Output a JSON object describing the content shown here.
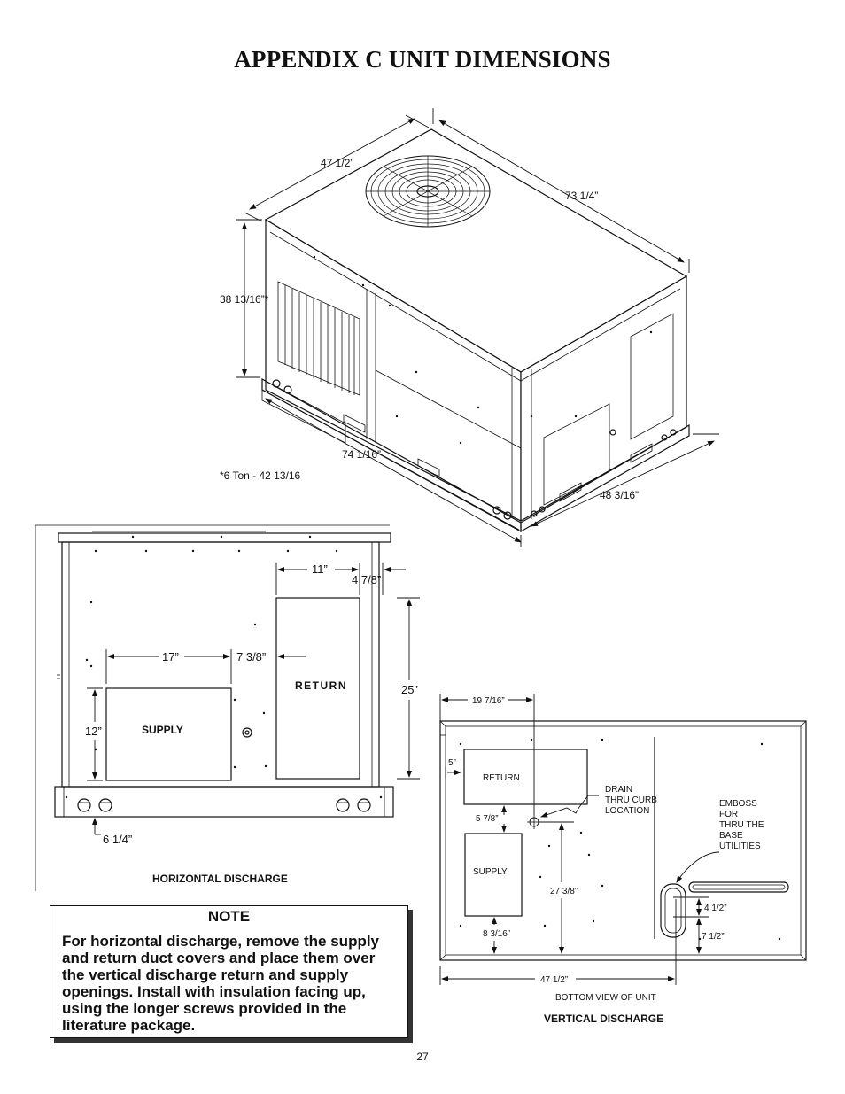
{
  "page": {
    "title": "APPENDIX C UNIT DIMENSIONS",
    "page_number": "27"
  },
  "iso_view": {
    "dim_width": "47 1/2”",
    "dim_length": "73 1/4”",
    "dim_height": "38 13/16”*",
    "dim_base_length": "74 1/16”",
    "dim_base_width": "48 3/16”",
    "footnote": "*6 Ton - 42 13/16"
  },
  "horizontal": {
    "dim_return_width": "11”",
    "dim_return_offset": "4 7/8”",
    "dim_supply_width": "17”",
    "dim_supply_offset": "7 3/8”",
    "dim_return_height": "25”",
    "dim_supply_height": "12”",
    "dim_base_height": "6 1/4”",
    "return_label": "RETURN",
    "supply_label": "SUPPLY",
    "caption": "HORIZONTAL DISCHARGE"
  },
  "vertical": {
    "dim_top": "19 7/16”",
    "dim_left": "5”",
    "return_label": "RETURN",
    "dim_gap": "5 7/8”",
    "supply_label": "SUPPLY",
    "dim_depth": "27 3/8”",
    "dim_supply_bottom": "8 3/16”",
    "drain_label": [
      "DRAIN",
      "THRU CURB",
      "LOCATION"
    ],
    "emboss_label": [
      "EMBOSS",
      "FOR",
      "THRU THE",
      "BASE",
      "UTILITIES"
    ],
    "dim_emboss_height": "4 1/2”",
    "dim_emboss_bottom": "7 1/2”",
    "dim_overall": "47 1/2”",
    "bottom_view_label": "BOTTOM VIEW OF UNIT",
    "caption": "VERTICAL DISCHARGE"
  },
  "note": {
    "heading": "NOTE",
    "body": "For horizontal discharge, remove the supply and return duct covers and place them over the vertical discharge return and supply openings. Install with insulation facing up, using the longer screws provided in the literature package."
  }
}
